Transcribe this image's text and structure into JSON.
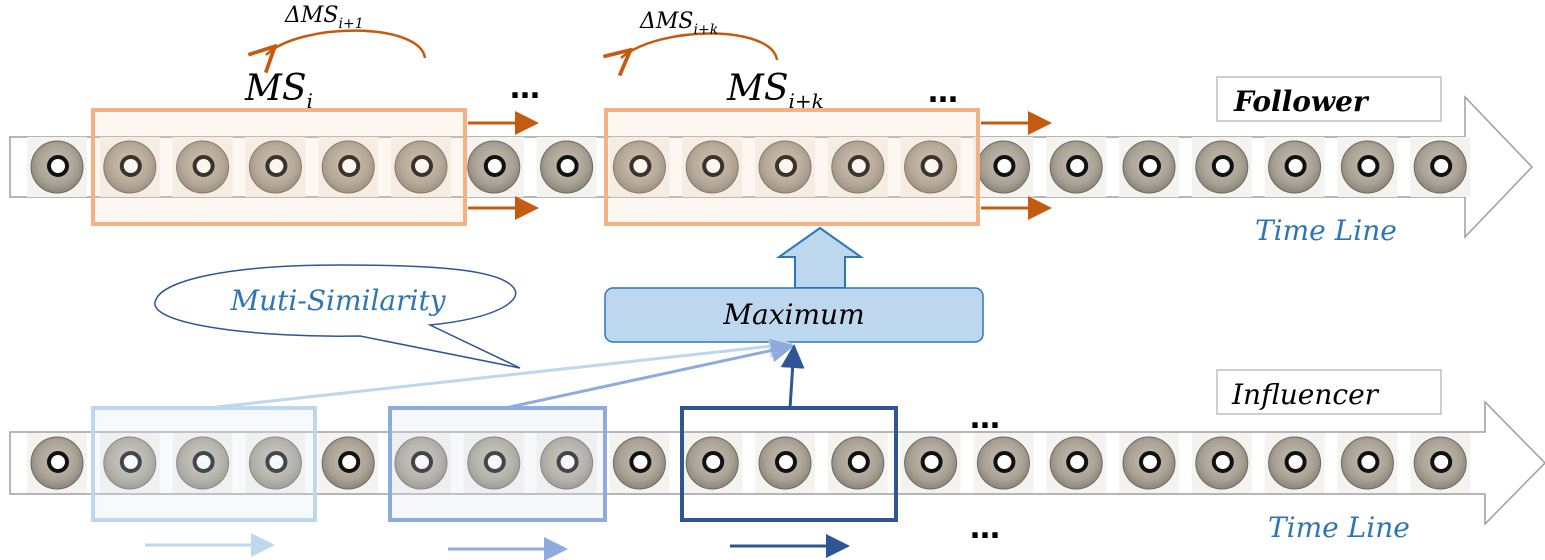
{
  "follower": {
    "track_label": "Follower",
    "timeline_label": "Time Line",
    "disc_count": 20,
    "window_a": {
      "label_base": "MS",
      "label_sub": "i",
      "delta_base": "ΔMS",
      "delta_sub": "i+1"
    },
    "window_b": {
      "label_base": "MS",
      "label_sub": "i+k",
      "delta_base": "ΔMS",
      "delta_sub": "i+k"
    },
    "ellipsis_1": "…",
    "ellipsis_2": "…"
  },
  "influencer": {
    "track_label": "Influencer",
    "timeline_label": "Time Line",
    "disc_count": 20,
    "ellipsis_top": "…",
    "ellipsis_bottom": "…"
  },
  "maximum_box": {
    "label": "Maximum"
  },
  "callout": {
    "label": "Muti-Similarity"
  },
  "colors": {
    "orange_window": "#f4b183",
    "orange_arrow": "#c55a11",
    "blue_light": "#bdd7ee",
    "blue_mid": "#8faadc",
    "blue_dark": "#2f5597",
    "text_blue": "#2e75b6",
    "maximum_fill": "#bdd7ee",
    "maximum_stroke": "#2e75b6"
  }
}
